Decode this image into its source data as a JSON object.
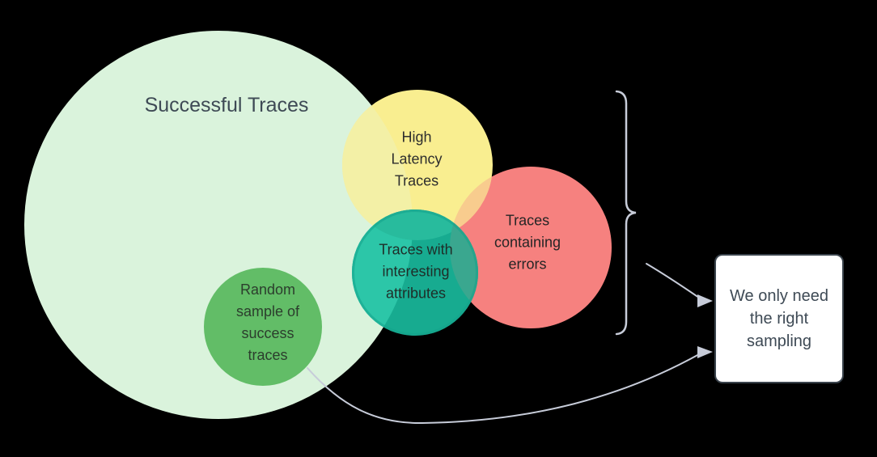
{
  "venn": {
    "successful": {
      "label": "Successful Traces"
    },
    "high_latency": {
      "label": "High\nLatency\nTraces"
    },
    "errors": {
      "label": "Traces\ncontaining\nerrors"
    },
    "interesting": {
      "label": "Traces with\ninteresting\nattributes"
    },
    "random_sample": {
      "label": "Random\nsample of\nsuccess\ntraces"
    }
  },
  "callout": {
    "text": "We only need\nthe right\nsampling"
  },
  "colors": {
    "background": "#000000",
    "successful_fill": "#daf3dc",
    "random_fill": "#62bd67",
    "errors_fill": "#f6817f",
    "high_latency_fill": "#f9ee90",
    "yellow_over_green": "#f3f0a6",
    "yellow_red_overlap": "#f8cc8e",
    "teal_fill": "#17ab90",
    "teal_over_green": "#2cc6a8",
    "teal_over_yellow": "#28bb9d",
    "teal_over_red": "#3aa78f",
    "teal_stroke": "#14a38a",
    "connector": "#c7ccd9",
    "box_border": "#3a434c",
    "box_bg": "#ffffff",
    "label_dark": "#3e4a55"
  }
}
